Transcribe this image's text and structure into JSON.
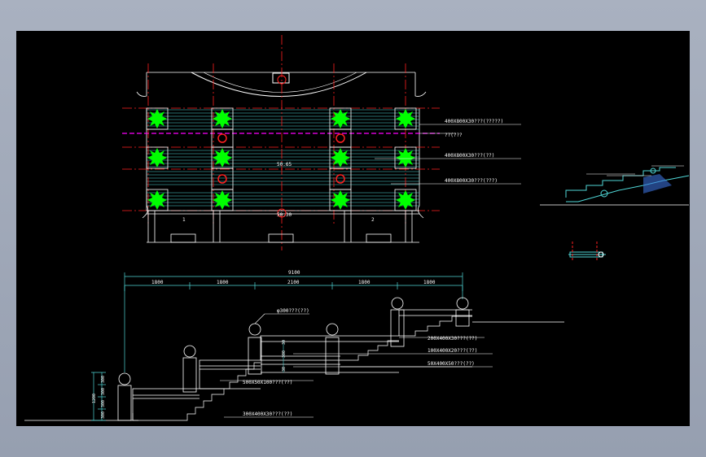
{
  "colors": {
    "background_frame": "#9aa3b3",
    "canvas": "#000000",
    "line_white": "#ffffff",
    "line_cyan": "#4fd6d6",
    "line_green": "#00ff00",
    "line_red": "#ff2020",
    "line_magenta": "#ff00ff",
    "line_blue": "#3a6fd8",
    "text_white": "#ffffff",
    "text_yellow": "#e8e870"
  },
  "plan": {
    "labels": {
      "top_right_1": "400X800X30???(?????)",
      "top_right_2": "??(???",
      "mid_right_1": "400X800X30???(??)",
      "mid_right_2": "400X800X30???(???)",
      "center_elev": "50.65",
      "bottom_elev": "50.30",
      "left_mark": "1",
      "right_mark": "2"
    }
  },
  "elevation": {
    "total_dim": "9100",
    "dims": [
      "1800",
      "1800",
      "2100",
      "1800",
      "1800"
    ],
    "height_dims": [
      "300",
      "300",
      "300",
      "300"
    ],
    "height_total": "1200",
    "small_dims": [
      "30",
      "300",
      "30"
    ],
    "notes": {
      "ball": "φ300???(??)",
      "n1": "200X400X30???(??)",
      "n2": "100X400X20???(??)",
      "n3": "50X400X50???(??)",
      "n4": "500X50X100???(??)",
      "n5": "300X400X30???(??)"
    }
  }
}
